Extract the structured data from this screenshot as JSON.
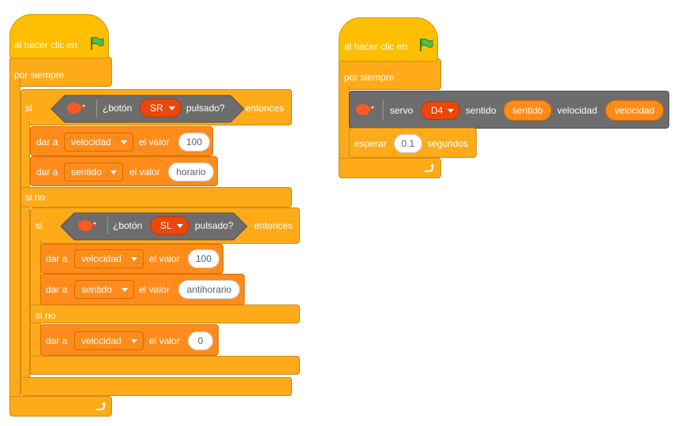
{
  "script1": {
    "when_flag": "al hacer clic en",
    "forever": "por siempre",
    "if1": {
      "si": "si",
      "boton_label": "¿botón",
      "boton_value": "SR",
      "pulsado": "pulsado?",
      "entonces": "entonces",
      "set_a": {
        "dar": "dar a",
        "var": "velocidad",
        "el_valor": "el valor",
        "value": "100"
      },
      "set_b": {
        "dar": "dar a",
        "var": "sentido",
        "el_valor": "el valor",
        "value": "horario"
      },
      "si_no": "si no",
      "if2": {
        "si": "si",
        "boton_label": "¿botón",
        "boton_value": "SL",
        "pulsado": "pulsado?",
        "entonces": "entonces",
        "set_c": {
          "dar": "dar a",
          "var": "velocidad",
          "el_valor": "el valor",
          "value": "100"
        },
        "set_d": {
          "dar": "dar a",
          "var": "sentido",
          "el_valor": "el valor",
          "value": "antihorario"
        },
        "si_no": "si no",
        "set_e": {
          "dar": "dar a",
          "var": "velocidad",
          "el_valor": "el valor",
          "value": "0"
        }
      }
    }
  },
  "script2": {
    "when_flag": "al hacer clic en",
    "forever": "por siempre",
    "servo": {
      "label": "servo",
      "port": "D4",
      "sentido_label": "sentido",
      "sentido_reporter": "sentido",
      "velocidad_label": "velocidad",
      "velocidad_reporter": "velocidad"
    },
    "wait": {
      "label": "esperar",
      "value": "0.1",
      "unit": "segundos"
    }
  },
  "icons": {
    "flag": "green-flag-icon",
    "extension": "robot-extension-icon",
    "loop": "loop-arrow-icon",
    "caret": "dropdown-caret-icon"
  },
  "colors": {
    "events": "#ffbf00",
    "control": "#ffab19",
    "variables": "#ff8c1a",
    "extension": "#6d6d6d",
    "menu": "#e8480c"
  }
}
